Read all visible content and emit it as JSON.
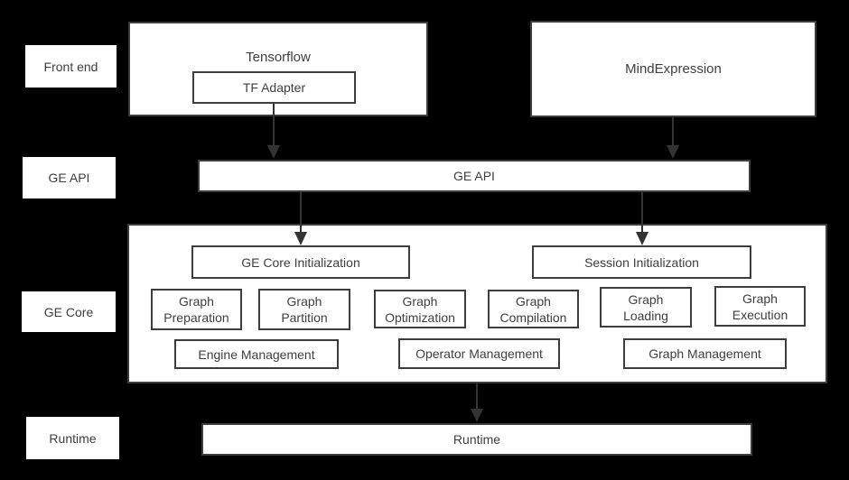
{
  "colors": {
    "background": "#000000",
    "box_fill": "#ffffff",
    "box_border": "#3d3d3d",
    "text": "#3f3f3f",
    "arrow": "#333333"
  },
  "row_labels": {
    "front_end": "Front end",
    "ge_api": "GE API",
    "ge_core": "GE Core",
    "runtime": "Runtime"
  },
  "front_end": {
    "tensorflow_title": "Tensorflow",
    "tf_adapter": "TF Adapter",
    "mind_expression": "MindExpression"
  },
  "ge_api": {
    "label": "GE API"
  },
  "ge_core": {
    "ge_core_initialization": "GE Core Initialization",
    "session_initialization": "Session Initialization",
    "stages": [
      {
        "line1": "Graph",
        "line2": "Preparation"
      },
      {
        "line1": "Graph",
        "line2": "Partition"
      },
      {
        "line1": "Graph",
        "line2": "Optimization"
      },
      {
        "line1": "Graph",
        "line2": "Compilation"
      },
      {
        "line1": "Graph",
        "line2": "Loading"
      },
      {
        "line1": "Graph",
        "line2": "Execution"
      }
    ],
    "management": [
      "Engine Management",
      "Operator Management",
      "Graph Management"
    ]
  },
  "runtime": {
    "label": "Runtime"
  }
}
